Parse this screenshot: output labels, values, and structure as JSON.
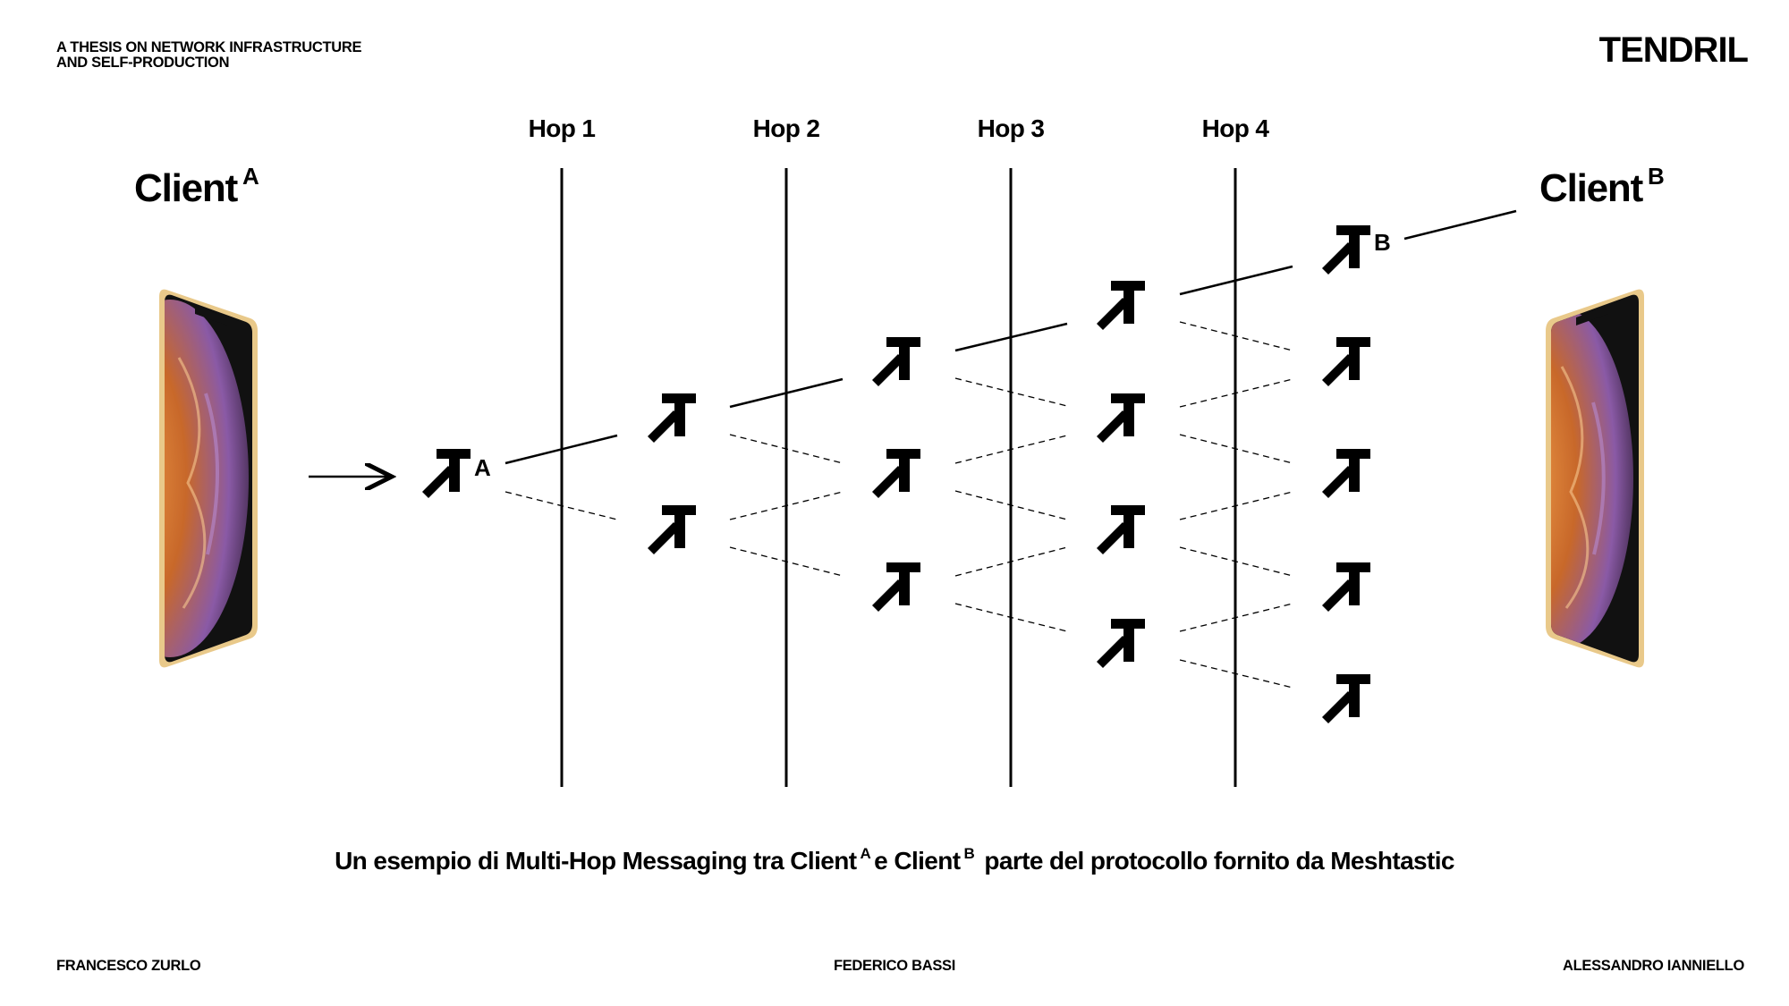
{
  "header": {
    "tagline_line1": "A THESIS ON NETWORK INFRASTRUCTURE",
    "tagline_line2": "AND SELF-PRODUCTION",
    "brand": "TENDRIL"
  },
  "clients": {
    "a": {
      "name": "Client",
      "superscript": "A"
    },
    "b": {
      "name": "Client",
      "superscript": "B"
    }
  },
  "hops": [
    "Hop 1",
    "Hop 2",
    "Hop 3",
    "Hop 4"
  ],
  "node_labels": {
    "start": "A",
    "end": "B"
  },
  "caption": {
    "part1": "Un esempio di Multi-Hop Messaging tra Client",
    "sup_a": "A",
    "part2": "e Client",
    "sup_b": "B",
    "part3": "parte del protocollo fornito da Meshtastic"
  },
  "footer": {
    "left": "FRANCESCO ZURLO",
    "center": "FEDERICO BASSI",
    "right": "ALESSANDRO IANNIELLO"
  },
  "colors": {
    "ink": "#000000",
    "phone_frame": "#e9c98a",
    "phone_screen": "#111111",
    "planet_orange": "#d9792b",
    "planet_purple": "#8a5aa6"
  }
}
